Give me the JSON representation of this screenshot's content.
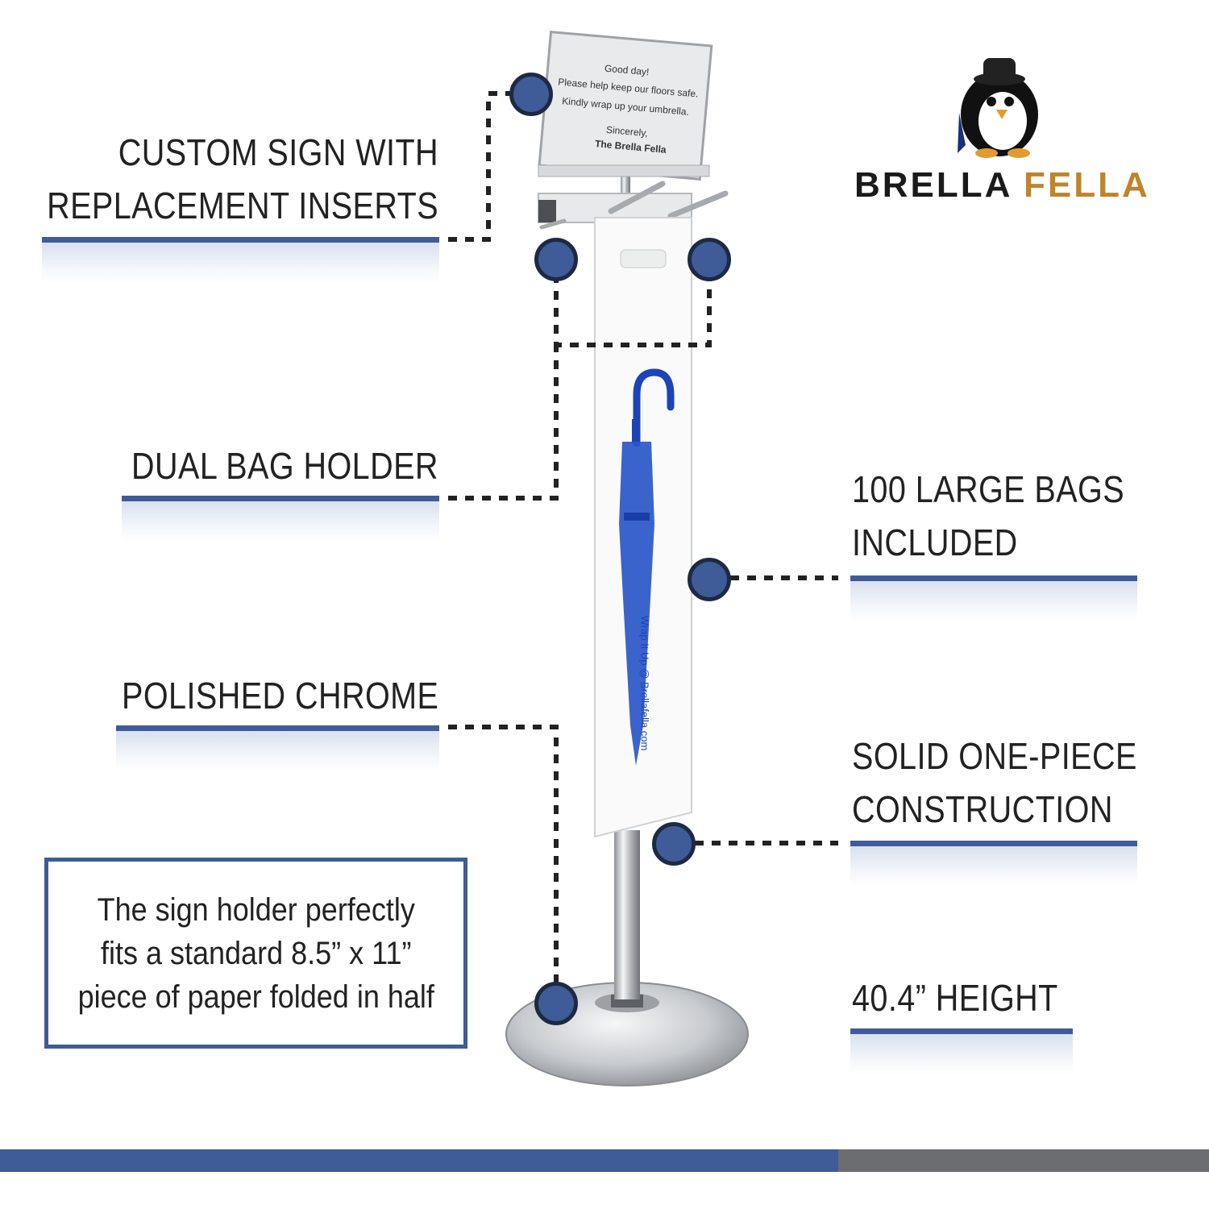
{
  "brand": {
    "name_part1": "BRELLA",
    "name_part2": "FELLA",
    "color_dark": "#1a1a1a",
    "color_gold": "#c0842a"
  },
  "features_left": [
    {
      "line1": "CUSTOM SIGN WITH",
      "line2": "REPLACEMENT INSERTS"
    },
    {
      "line1": "DUAL BAG HOLDER"
    },
    {
      "line1": "POLISHED CHROME"
    }
  ],
  "features_right": [
    {
      "line1": "100 LARGE BAGS",
      "line2": "INCLUDED"
    },
    {
      "line1": "SOLID ONE-PIECE",
      "line2": "CONSTRUCTION"
    },
    {
      "line1": "40.4” HEIGHT"
    }
  ],
  "info_box": {
    "line1": "The sign holder perfectly",
    "line2": "fits a standard 8.5” x 11”",
    "line3": "piece of paper folded in half"
  },
  "sign": {
    "line1": "Good day!",
    "line2": "Please help keep our floors safe.",
    "line3": "Kindly wrap up your umbrella.",
    "line4": "Sincerely,",
    "line5": "The Brella Fella"
  },
  "bag_print": "Wrap It Up @ Brellafella.com",
  "colors": {
    "accent_blue": "#3f5c98",
    "grey_bar": "#6b6d70",
    "umbrella_blue": "#1c44b8"
  }
}
